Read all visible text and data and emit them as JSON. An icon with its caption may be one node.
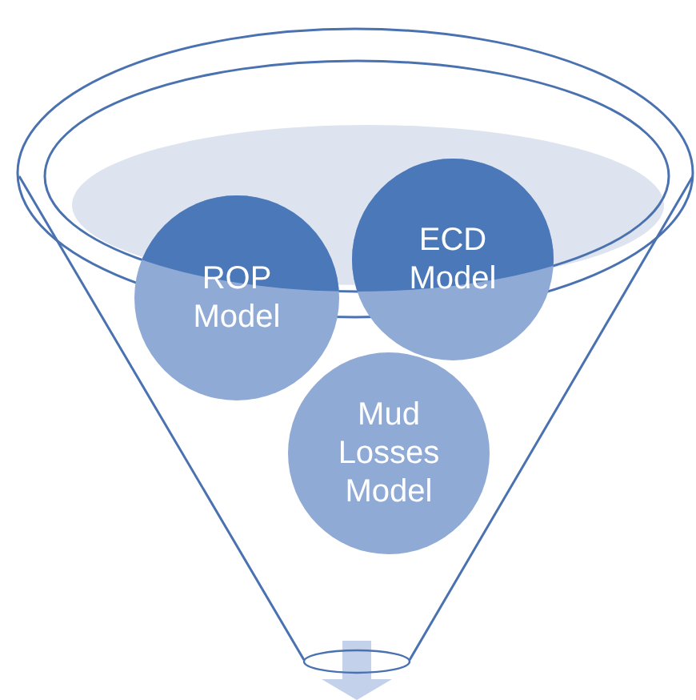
{
  "diagram": {
    "nodes": [
      {
        "text": [],
        "shape": "funnel"
      },
      {
        "text": [
          "ROP Model"
        ],
        "in": 0
      },
      {
        "text": [
          "ECD Model"
        ],
        "in": 0
      },
      {
        "text": [
          "Mud Losses Model"
        ],
        "in": 0
      }
    ]
  }
}
